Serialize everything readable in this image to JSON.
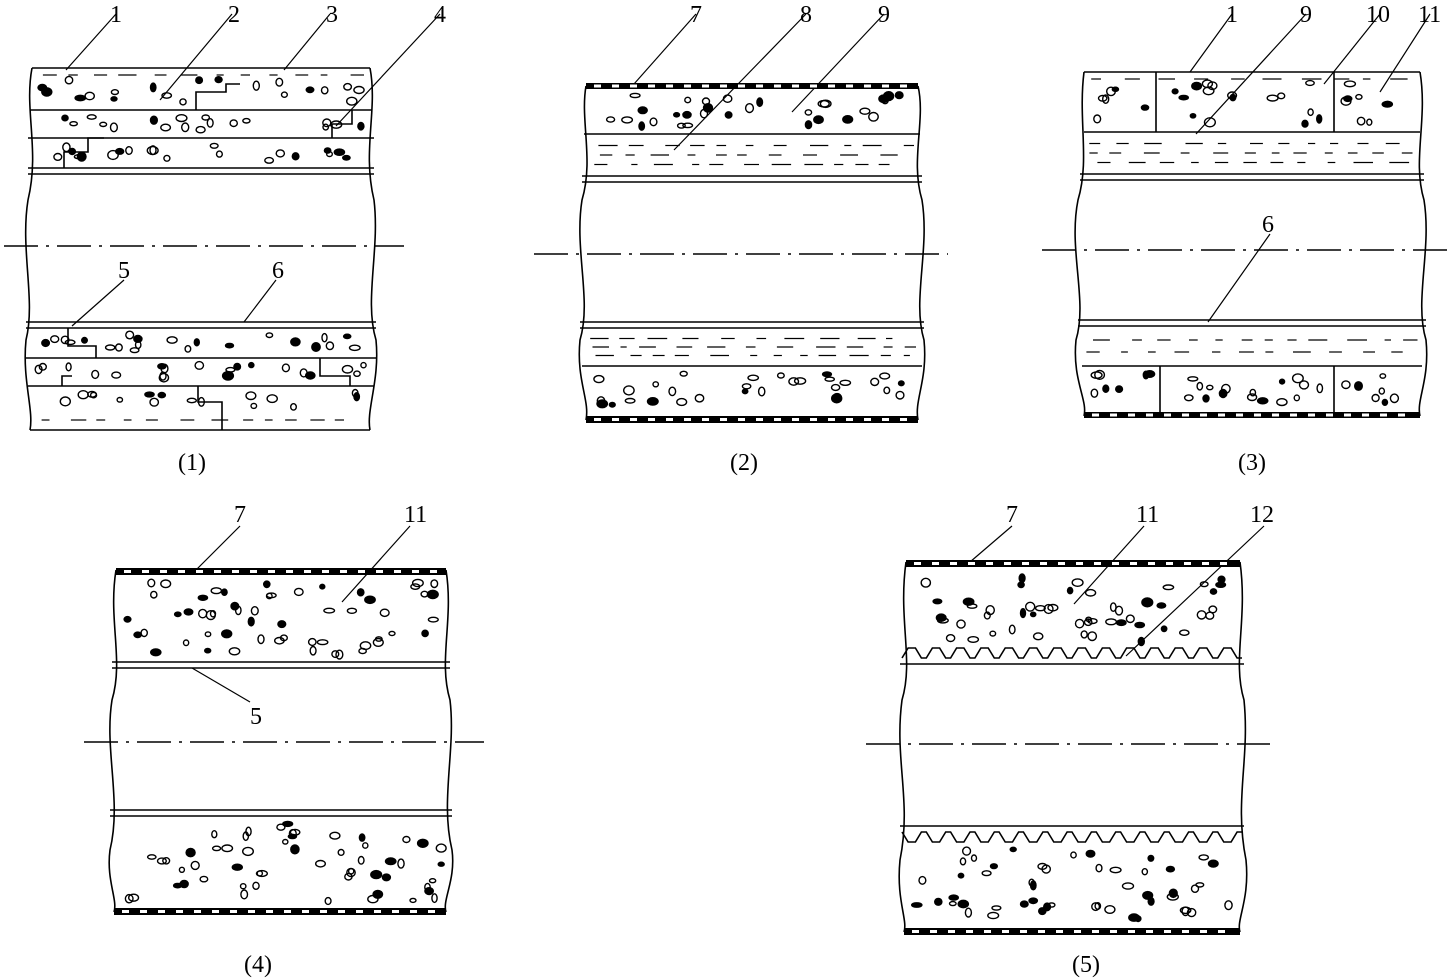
{
  "figure": {
    "panels": [
      {
        "caption": "(1)",
        "callouts": [
          "1",
          "2",
          "3",
          "4",
          "5",
          "6"
        ]
      },
      {
        "caption": "(2)",
        "callouts": [
          "7",
          "8",
          "9"
        ]
      },
      {
        "caption": "(3)",
        "callouts": [
          "1",
          "9",
          "10",
          "11",
          "6"
        ]
      },
      {
        "caption": "(4)",
        "callouts": [
          "7",
          "11",
          "5"
        ]
      },
      {
        "caption": "(5)",
        "callouts": [
          "7",
          "11",
          "12"
        ]
      }
    ]
  }
}
